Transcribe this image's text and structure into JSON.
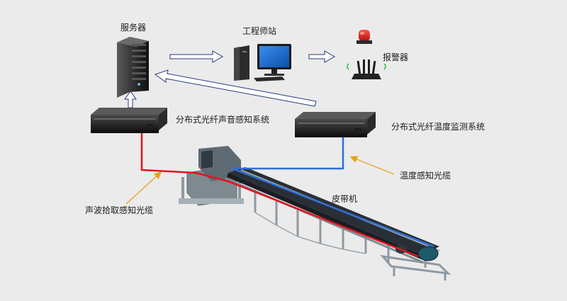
{
  "labels": {
    "server": "服务器",
    "workstation": "工程师站",
    "alarm": "报警器",
    "acoustic_system": "分布式光纤声音感知系统",
    "temperature_system": "分布式光纤温度监测系统",
    "temperature_cable": "温度感知光缆",
    "acoustic_cable": "声波拾取感知光缆",
    "belt_conveyor": "皮带机"
  },
  "colors": {
    "background": "#ebebeb",
    "acoustic_cable": "#e0141c",
    "temperature_cable": "#2f6fd6",
    "callout_arrow": "#e8a21a",
    "flow_arrow": "#2a3a7a",
    "device_dark": "#2b2b2b",
    "alarm_light": "#e21d1d",
    "monitor_screen": "#1f6fd0",
    "conveyor_frame": "#8e99a2",
    "belt": "#2a2f35"
  },
  "icons": {
    "server": "server-tower-icon",
    "workstation": "desktop-computer-icon",
    "alarm": "alarm-light-icon",
    "router": "router-icon",
    "rack_unit": "rack-unit-icon",
    "conveyor": "belt-conveyor-icon"
  }
}
